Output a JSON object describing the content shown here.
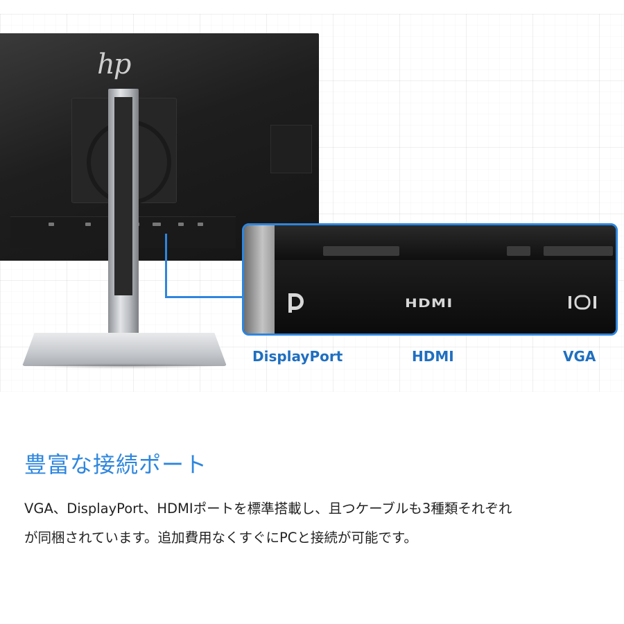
{
  "brand": {
    "logo": "hp"
  },
  "ports": {
    "items": [
      {
        "label": "DisplayPort",
        "icon": "displayport-icon"
      },
      {
        "label": "HDMI",
        "icon": "hdmi-icon"
      },
      {
        "label": "VGA",
        "icon": "vga-icon"
      }
    ],
    "callout_glyphs": {
      "hdmi_logo": "HDMI"
    }
  },
  "colors": {
    "accent_blue": "#2e86de",
    "label_blue": "#1f6fc0",
    "text": "#222222",
    "monitor_dark": "#1b1b1b",
    "stand_silver": "#c9ccd0"
  },
  "section": {
    "title": "豊富な接続ポート",
    "body_line1": "VGA、DisplayPort、HDMIポートを標準搭載し、且つケーブルも3種類それぞれ",
    "body_line2": "が同梱されています。追加費用なくすぐにPCと接続が可能です。"
  }
}
